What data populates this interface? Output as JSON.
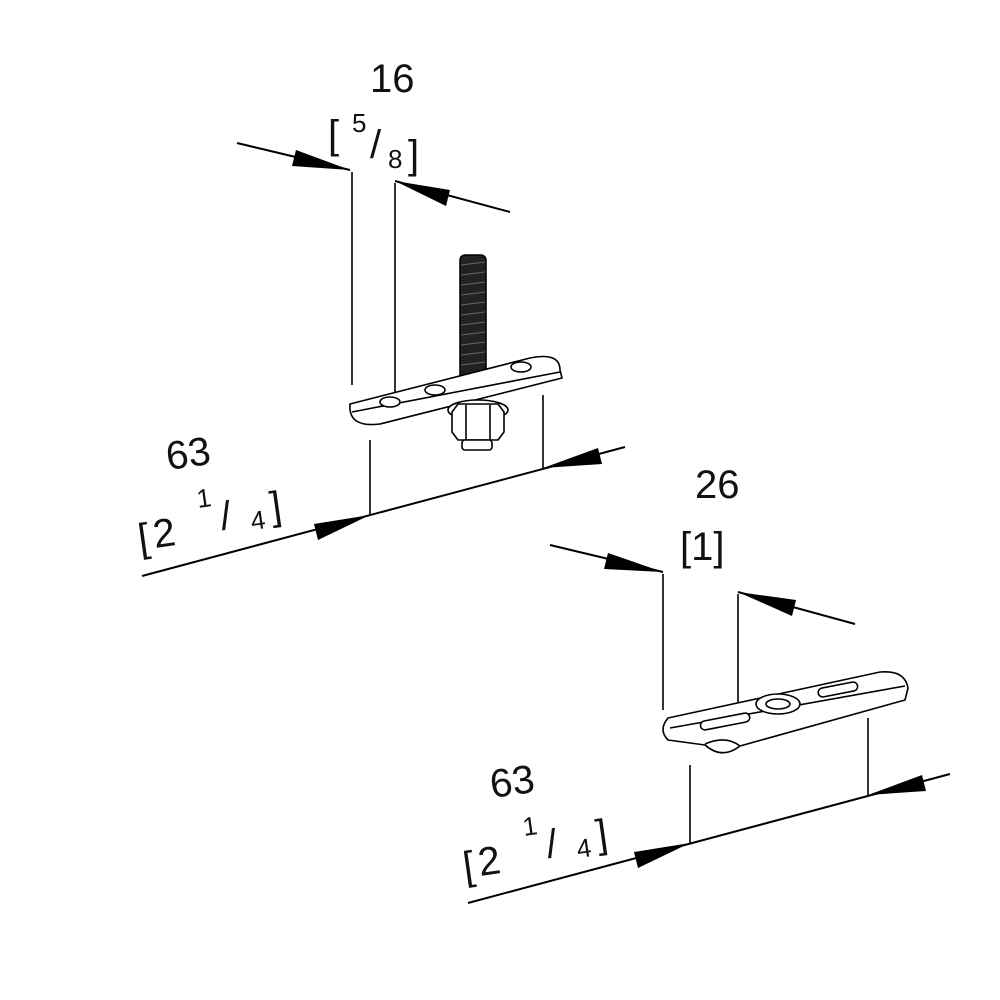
{
  "dimensions": {
    "top_width": {
      "mm": "16",
      "frac_num": "5",
      "frac_den": "8"
    },
    "top_length": {
      "mm": "63",
      "whole": "2",
      "frac_num": "1",
      "frac_den": "4"
    },
    "bottom_width": {
      "mm": "26",
      "bracket": "[1]"
    },
    "bottom_length": {
      "mm": "63",
      "whole": "2",
      "frac_num": "1",
      "frac_den": "4"
    }
  },
  "brackets": {
    "open": "[",
    "close": "]",
    "slash": "/"
  },
  "colors": {
    "line": "#000000",
    "background": "#ffffff",
    "thread": "#222222"
  },
  "icons": {
    "top_part": "pivot-pin-plate-icon",
    "bottom_part": "bottom-pivot-plate-icon"
  }
}
